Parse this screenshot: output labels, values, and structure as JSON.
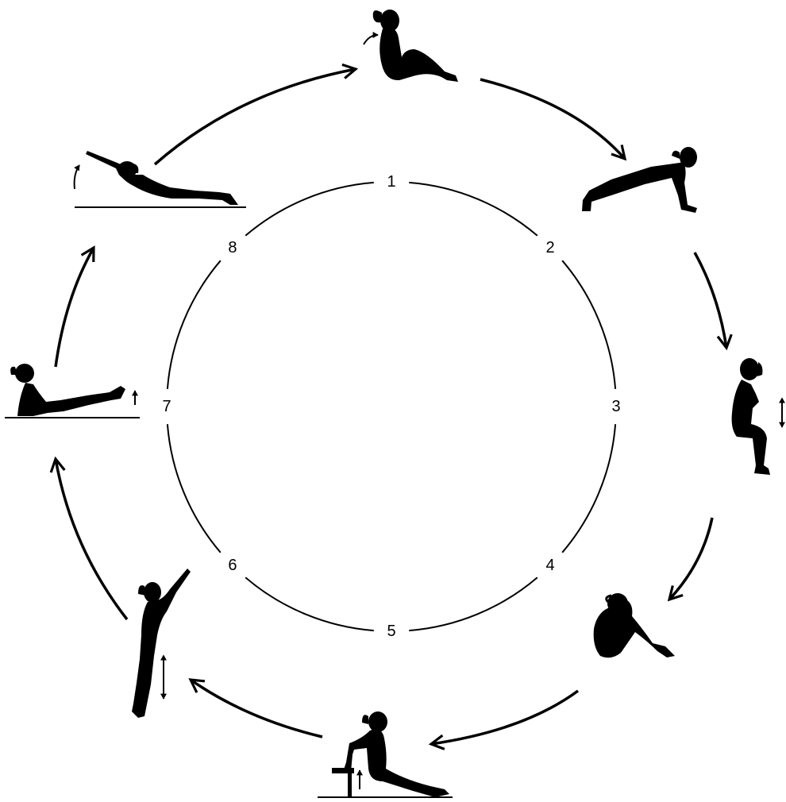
{
  "diagram": {
    "colors": {
      "ink": "#000000",
      "background": "#ffffff"
    },
    "stations": [
      {
        "number": "1",
        "icon": "sit-up-icon"
      },
      {
        "number": "2",
        "icon": "push-up-icon"
      },
      {
        "number": "3",
        "icon": "wall-squat-icon"
      },
      {
        "number": "4",
        "icon": "knee-tuck-icon"
      },
      {
        "number": "5",
        "icon": "bench-dip-icon"
      },
      {
        "number": "6",
        "icon": "heel-raise-icon"
      },
      {
        "number": "7",
        "icon": "leg-raise-icon"
      },
      {
        "number": "8",
        "icon": "back-extension-icon"
      }
    ]
  }
}
